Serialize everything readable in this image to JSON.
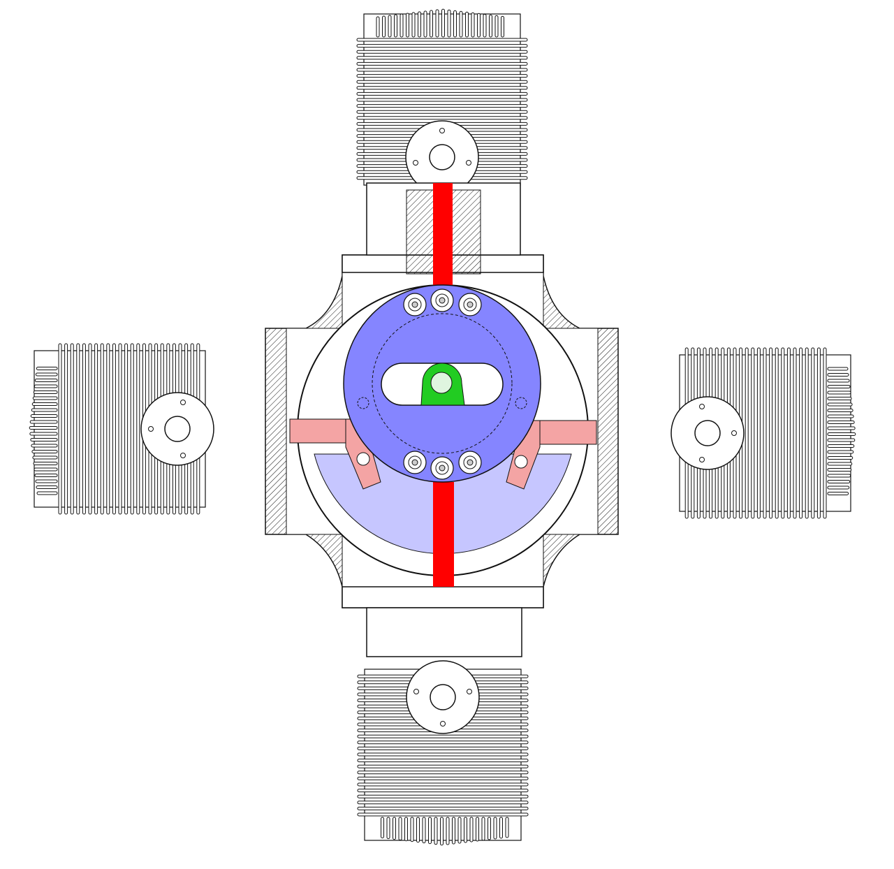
{
  "drawing": {
    "subject": "",
    "colors": {
      "yoke_disk": "#8585ff",
      "lower_disk": "#c6c6ff",
      "arms": "#f4a4a4",
      "connecting_rods": "#ff0000",
      "crank_pin": "#22cc22",
      "line": "#111111",
      "background": "#ffffff"
    },
    "cylinders": [
      "top",
      "left",
      "right",
      "bottom"
    ],
    "icons": [
      "cylinder-fins",
      "cylinder-head-plug",
      "bolt",
      "crank-pin"
    ]
  }
}
